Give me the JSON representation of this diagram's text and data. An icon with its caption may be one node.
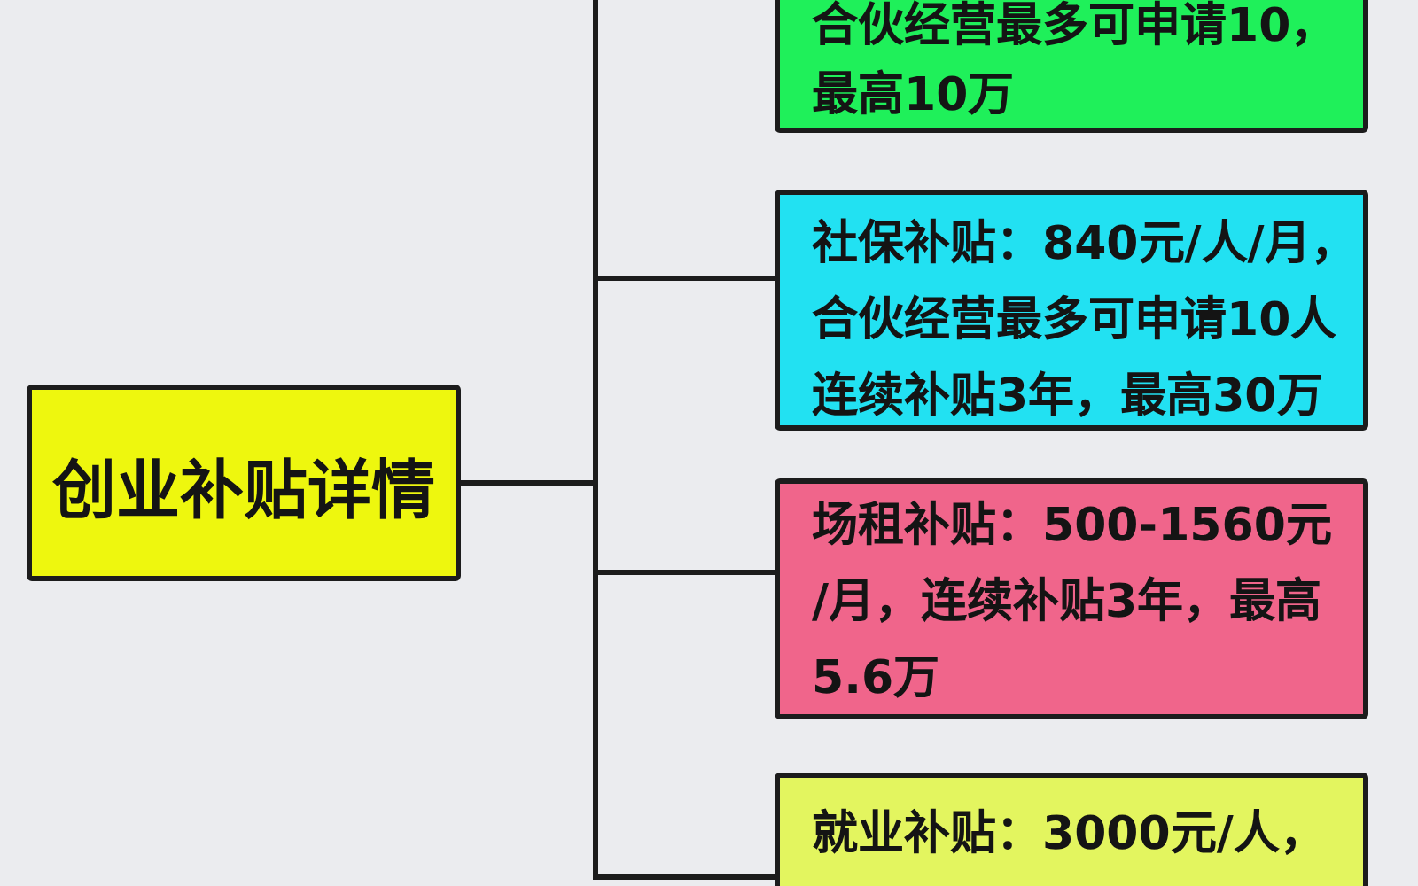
{
  "diagram": {
    "nodes": [
      {
        "text": [
          "创业补贴详情"
        ]
      },
      {
        "text": [
          "合伙经营最多可申请10，最高10万"
        ]
      },
      {
        "text": [
          "社保补贴：840元/人/月，合伙经营最多可申请10人连续补贴3年，最高30万"
        ]
      },
      {
        "text": [
          "场租补贴：500-1560元/月，连续补贴3年，最高5.6万"
        ]
      },
      {
        "text": [
          "就业补贴：3000元/人，"
        ]
      }
    ],
    "edges": [
      {
        "from": 0,
        "to": 1,
        "arrow": "none"
      },
      {
        "from": 0,
        "to": 2,
        "arrow": "none"
      },
      {
        "from": 0,
        "to": 3,
        "arrow": "none"
      },
      {
        "from": 0,
        "to": 4,
        "arrow": "none"
      }
    ]
  }
}
